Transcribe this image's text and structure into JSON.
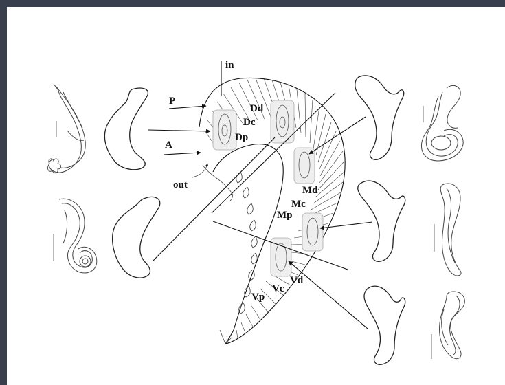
{
  "labels": {
    "in": "in",
    "out": "out",
    "P": "P",
    "A": "A",
    "Dd": "Dd",
    "Dc": "Dc",
    "Dp": "Dp",
    "Md": "Md",
    "Mc": "Mc",
    "Mp": "Mp",
    "Vd": "Vd",
    "Vc": "Vc",
    "Vp": "Vp"
  },
  "colors": {
    "background_frame": "#3a3f4d",
    "canvas": "#ffffff",
    "ink": "#111111"
  }
}
